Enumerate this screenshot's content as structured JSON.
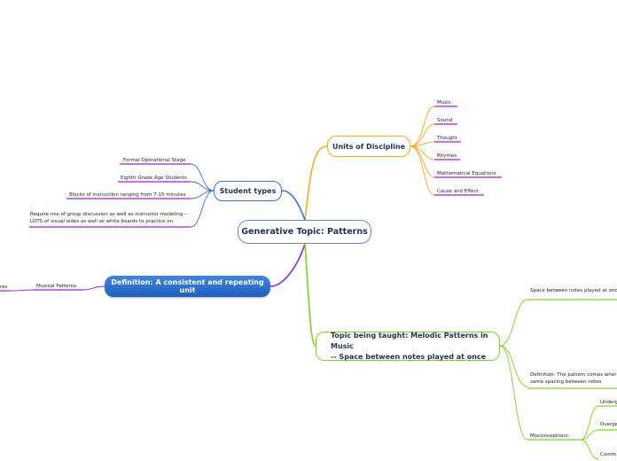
{
  "central": {
    "label": "Generative Topic: Patterns"
  },
  "units": {
    "label": "Units of Discipline",
    "color": "#f5a623",
    "items": [
      "Music",
      "Sound",
      "Thought",
      "Rhymes",
      "Mathematical Equations",
      "Cause and Effect"
    ],
    "underline": "#a020c8"
  },
  "students": {
    "label": "Student types",
    "color": "#3d6fd6",
    "items": [
      "Formal Operational Stage",
      "Eighth Grade Age Students",
      "Blocks of instruction ranging from 7-15 minutes",
      "Require mix of group discussion as well as instructor modeling -- LOTS of visual aides as well as white boards to practice on"
    ]
  },
  "definition": {
    "label": "Definition: A consistent and repeating unit",
    "color": "#8a2be2",
    "items": [
      "Musical Patterns"
    ],
    "cut_off_item": "res"
  },
  "topic": {
    "label_line1": "Topic being taught: Melodic Patterns in Music",
    "label_line2": "-- Space between notes played at once",
    "color": "#7ed321",
    "items": [
      "Space between notes played at onc",
      "Definition: The pattern comes wher",
      "same spacing between notes",
      "Misconceptions:"
    ],
    "misconceptions": [
      "Underg",
      "Overge",
      "Comm"
    ]
  }
}
